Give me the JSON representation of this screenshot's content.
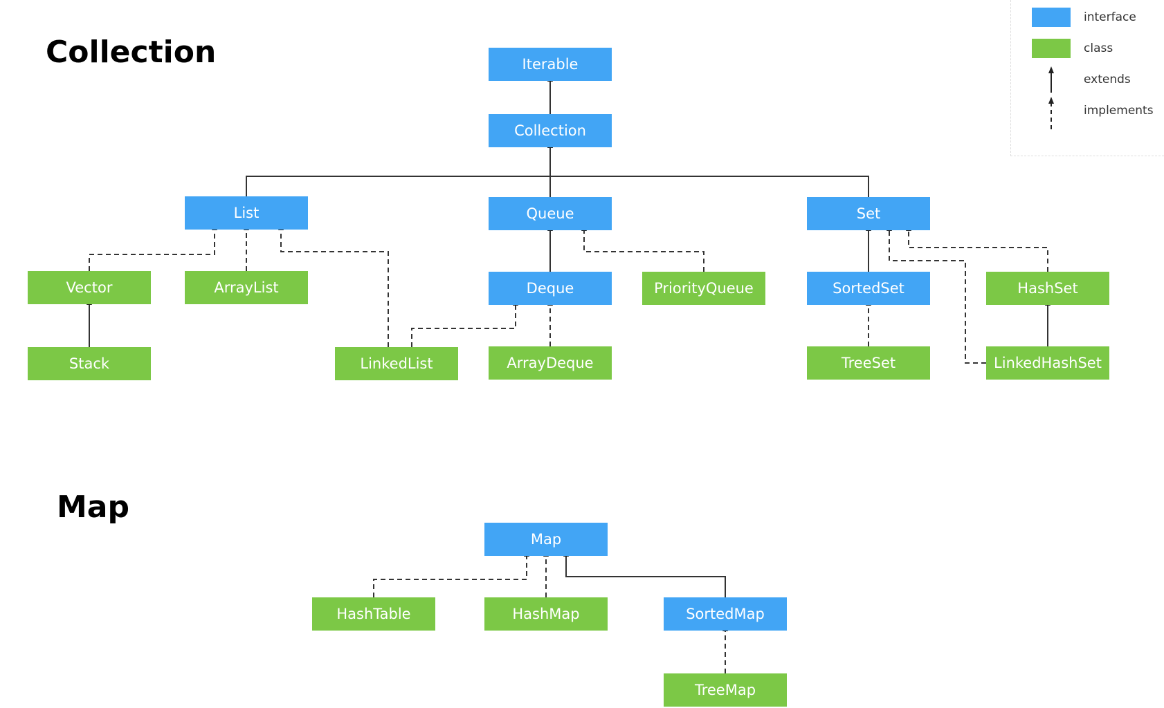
{
  "titles": {
    "collection": "Collection",
    "map": "Map"
  },
  "colors": {
    "interface": "#42a5f5",
    "class": "#7cc846",
    "line": "#333333"
  },
  "legend": {
    "interface": "interface",
    "class": "class",
    "extends": "extends",
    "implements": "implements"
  },
  "nodes": {
    "iterable": {
      "label": "Iterable",
      "kind": "interface"
    },
    "collection": {
      "label": "Collection",
      "kind": "interface"
    },
    "list": {
      "label": "List",
      "kind": "interface"
    },
    "queue": {
      "label": "Queue",
      "kind": "interface"
    },
    "set": {
      "label": "Set",
      "kind": "interface"
    },
    "vector": {
      "label": "Vector",
      "kind": "class"
    },
    "arraylist": {
      "label": "ArrayList",
      "kind": "class"
    },
    "stack": {
      "label": "Stack",
      "kind": "class"
    },
    "linkedlist": {
      "label": "LinkedList",
      "kind": "class"
    },
    "deque": {
      "label": "Deque",
      "kind": "interface"
    },
    "arraydeque": {
      "label": "ArrayDeque",
      "kind": "class"
    },
    "priorityqueue": {
      "label": "PriorityQueue",
      "kind": "class"
    },
    "sortedset": {
      "label": "SortedSet",
      "kind": "interface"
    },
    "treeset": {
      "label": "TreeSet",
      "kind": "class"
    },
    "hashset": {
      "label": "HashSet",
      "kind": "class"
    },
    "linkedhashset": {
      "label": "LinkedHashSet",
      "kind": "class"
    },
    "map": {
      "label": "Map",
      "kind": "interface"
    },
    "hashtable": {
      "label": "HashTable",
      "kind": "class"
    },
    "hashmap": {
      "label": "HashMap",
      "kind": "class"
    },
    "sortedmap": {
      "label": "SortedMap",
      "kind": "interface"
    },
    "treemap": {
      "label": "TreeMap",
      "kind": "class"
    }
  },
  "edges": [
    {
      "from": "collection",
      "to": "iterable",
      "type": "extends"
    },
    {
      "from": "list",
      "to": "collection",
      "type": "extends"
    },
    {
      "from": "queue",
      "to": "collection",
      "type": "extends"
    },
    {
      "from": "set",
      "to": "collection",
      "type": "extends"
    },
    {
      "from": "vector",
      "to": "list",
      "type": "implements"
    },
    {
      "from": "arraylist",
      "to": "list",
      "type": "implements"
    },
    {
      "from": "linkedlist",
      "to": "list",
      "type": "implements"
    },
    {
      "from": "stack",
      "to": "vector",
      "type": "extends"
    },
    {
      "from": "deque",
      "to": "queue",
      "type": "extends"
    },
    {
      "from": "priorityqueue",
      "to": "queue",
      "type": "implements"
    },
    {
      "from": "linkedlist",
      "to": "deque",
      "type": "implements"
    },
    {
      "from": "arraydeque",
      "to": "deque",
      "type": "implements"
    },
    {
      "from": "sortedset",
      "to": "set",
      "type": "extends"
    },
    {
      "from": "treeset",
      "to": "sortedset",
      "type": "implements"
    },
    {
      "from": "hashset",
      "to": "set",
      "type": "implements"
    },
    {
      "from": "linkedhashset",
      "to": "set",
      "type": "implements"
    },
    {
      "from": "linkedhashset",
      "to": "hashset",
      "type": "extends"
    },
    {
      "from": "hashtable",
      "to": "map",
      "type": "implements"
    },
    {
      "from": "hashmap",
      "to": "map",
      "type": "implements"
    },
    {
      "from": "sortedmap",
      "to": "map",
      "type": "extends"
    },
    {
      "from": "treemap",
      "to": "sortedmap",
      "type": "implements"
    }
  ]
}
